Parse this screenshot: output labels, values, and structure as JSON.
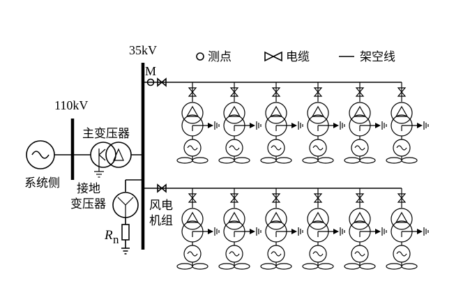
{
  "bus_labels": {
    "hv": "110kV",
    "mv": "35kV",
    "measure_point_marker": "M"
  },
  "legend": {
    "measure_point": "测点",
    "cable": "电缆",
    "overhead_line": "架空线"
  },
  "components": {
    "system_side": "系统侧",
    "main_transformer": "主变压器",
    "grounding_transformer_line1": "接地",
    "grounding_transformer_line2": "变压器",
    "resistor_symbol": "R",
    "resistor_subscript": "n",
    "wind_turbine_line1": "风电",
    "wind_turbine_line2": "机组"
  },
  "feeders": [
    {
      "name": "feeder-1",
      "units": 6
    },
    {
      "name": "feeder-2",
      "units": 6
    }
  ],
  "icons": [
    "ac-source-icon",
    "measure-point-icon",
    "cable-icon",
    "overhead-line-icon",
    "transformer-icon",
    "wind-generator-icon",
    "ground-icon",
    "resistor-icon"
  ]
}
